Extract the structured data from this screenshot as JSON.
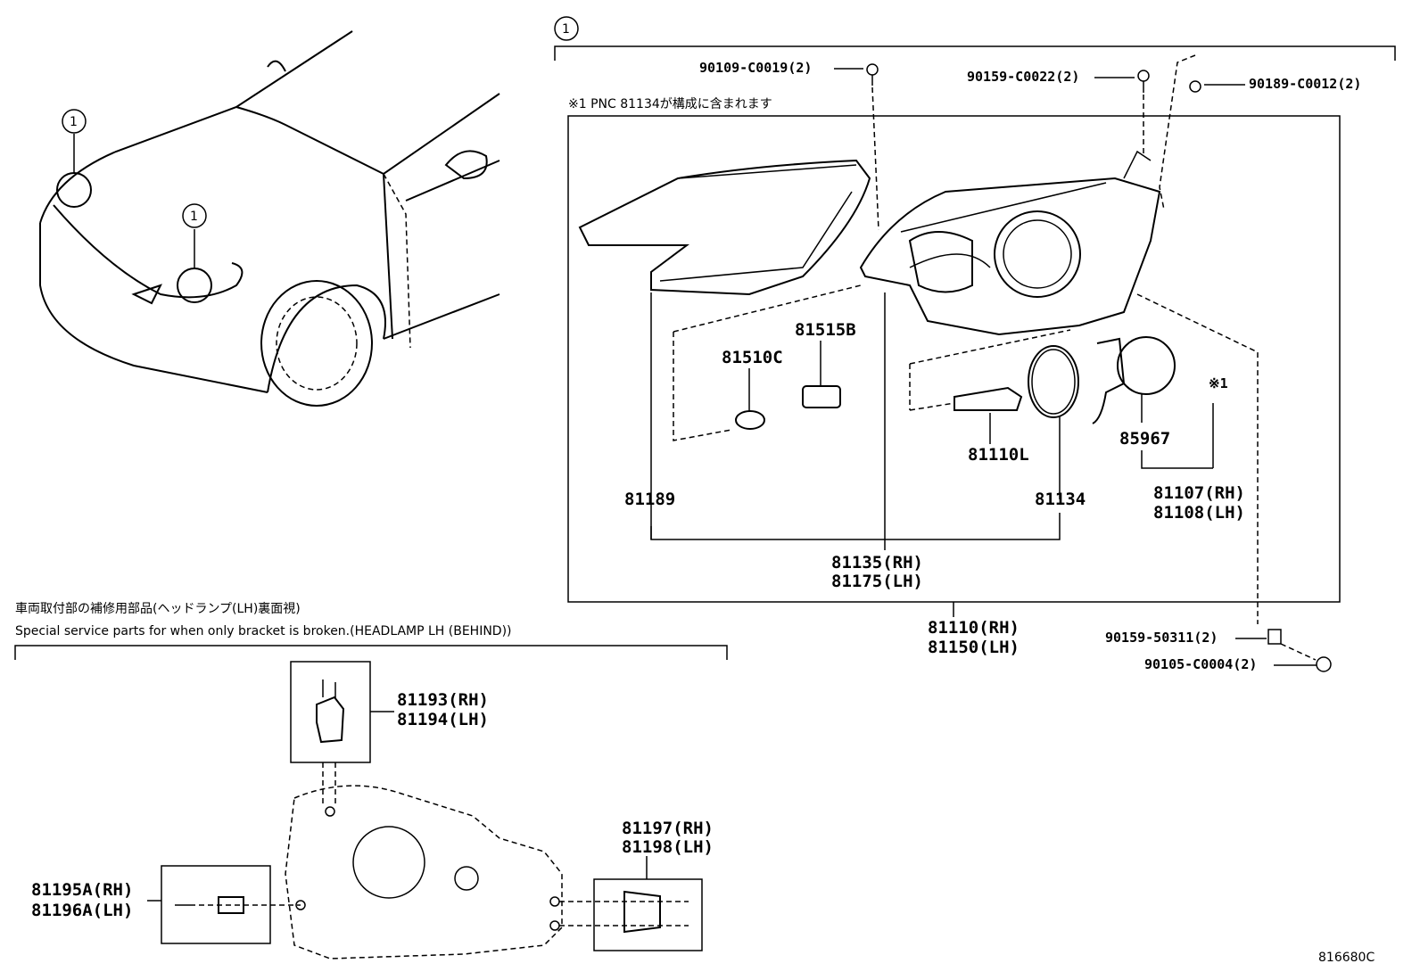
{
  "index_marker": "1",
  "note_pnc": "※1 PNC 81134が構成に含まれます",
  "note_mark_1": "※1",
  "section_title_jp": "車両取付部の補修用部品(ヘッドランプ(LH)裏面視)",
  "section_title_en": "Special service parts for when only bracket is broken.(HEADLAMP LH (BEHIND))",
  "diagram_code": "816680C",
  "parts": {
    "p90109": "90109-C0019(2)",
    "p90159a": "90159-C0022(2)",
    "p90189": "90189-C0012(2)",
    "p81515": "81515B",
    "p81510": "81510C",
    "p85967": "85967",
    "p81110L": "81110L",
    "p81189": "81189",
    "p81134": "81134",
    "p81107": "81107(RH)",
    "p81108": "81108(LH)",
    "p81135": "81135(RH)",
    "p81175": "81175(LH)",
    "p81110": "81110(RH)",
    "p81150": "81150(LH)",
    "p90159b": "90159-50311(2)",
    "p90105": "90105-C0004(2)",
    "p81193": "81193(RH)",
    "p81194": "81194(LH)",
    "p81197": "81197(RH)",
    "p81198": "81198(LH)",
    "p81195": "81195A(RH)",
    "p81196": "81196A(LH)"
  }
}
